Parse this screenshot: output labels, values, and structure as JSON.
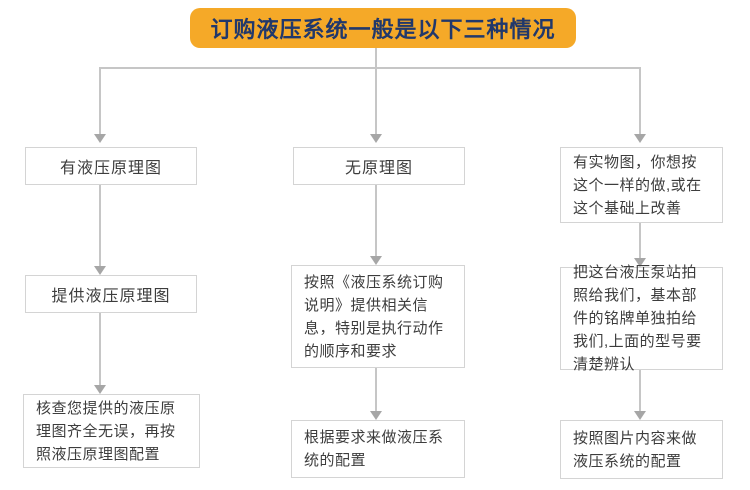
{
  "title": {
    "label": "订购液压系统一般是以下三种情况"
  },
  "colors": {
    "header_bg": "#F5A928",
    "header_text": "#21386B",
    "box_border": "#D4D4D4",
    "box_text": "#3D3D3D",
    "connector_line": "#C6C6C6",
    "arrowhead": "#A6A6A6",
    "background": "#FFFFFF"
  },
  "columns": [
    {
      "steps": [
        "有液压原理图",
        "提供液压原理图",
        "核查您提供的液压原理图齐全无误，再按照液压原理图配置"
      ]
    },
    {
      "steps": [
        "无原理图",
        "按照《液压系统订购说明》提供相关信息，特别是执行动作的顺序和要求",
        "根据要求来做液压系统的配置"
      ]
    },
    {
      "steps": [
        "有实物图，你想按这个一样的做,或在这个基础上改善",
        "把这台液压泵站拍照给我们，基本部件的铭牌单独拍给我们,上面的型号要清楚辨认",
        "按照图片内容来做液压系统的配置"
      ]
    }
  ]
}
